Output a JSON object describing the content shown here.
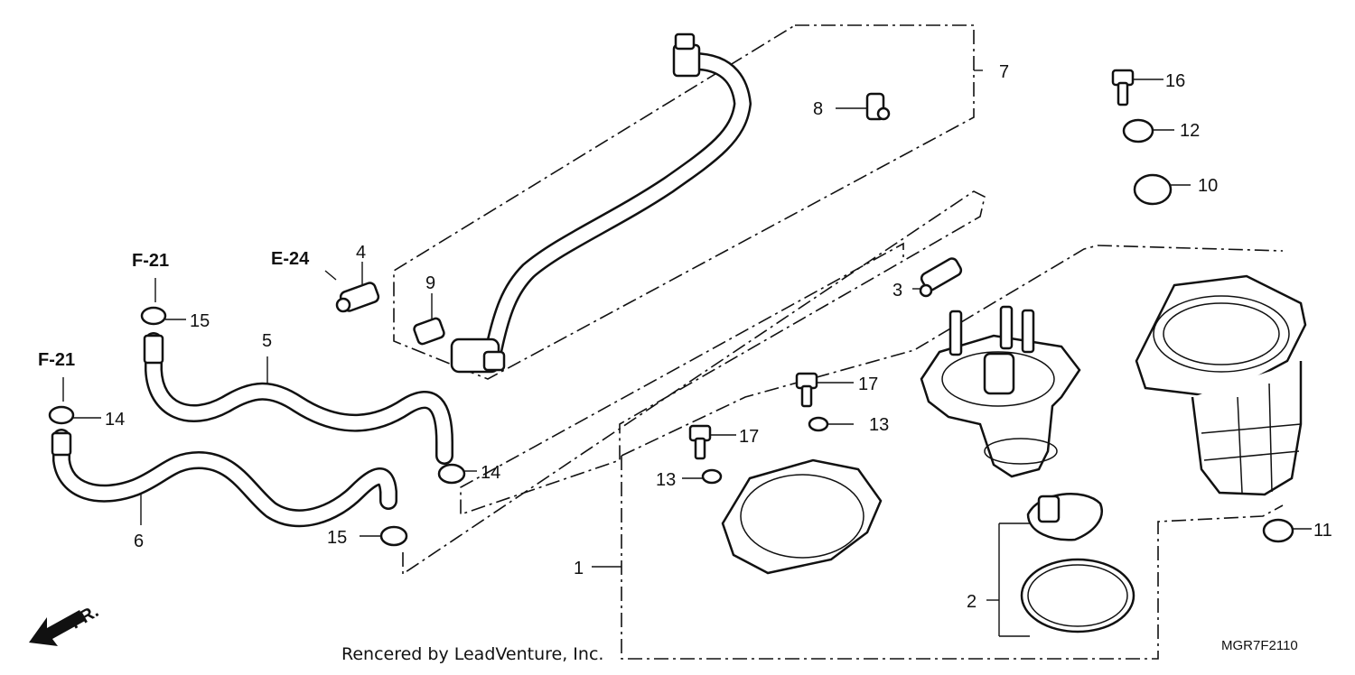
{
  "callouts": {
    "c1": "1",
    "c2": "2",
    "c3": "3",
    "c4": "4",
    "c5": "5",
    "c6": "6",
    "c7": "7",
    "c8": "8",
    "c9": "9",
    "c10": "10",
    "c11": "11",
    "c12": "12",
    "c13a": "13",
    "c13b": "13",
    "c14a": "14",
    "c14b": "14",
    "c15a": "15",
    "c15b": "15",
    "c16": "16",
    "c17a": "17",
    "c17b": "17"
  },
  "refs": {
    "f21_top": "F-21",
    "f21_left": "F-21",
    "e24": "E-24"
  },
  "direction_label": "FR.",
  "footer": "Rencered by LeadVenture, Inc.",
  "diagram_code": "MGR7F2110"
}
